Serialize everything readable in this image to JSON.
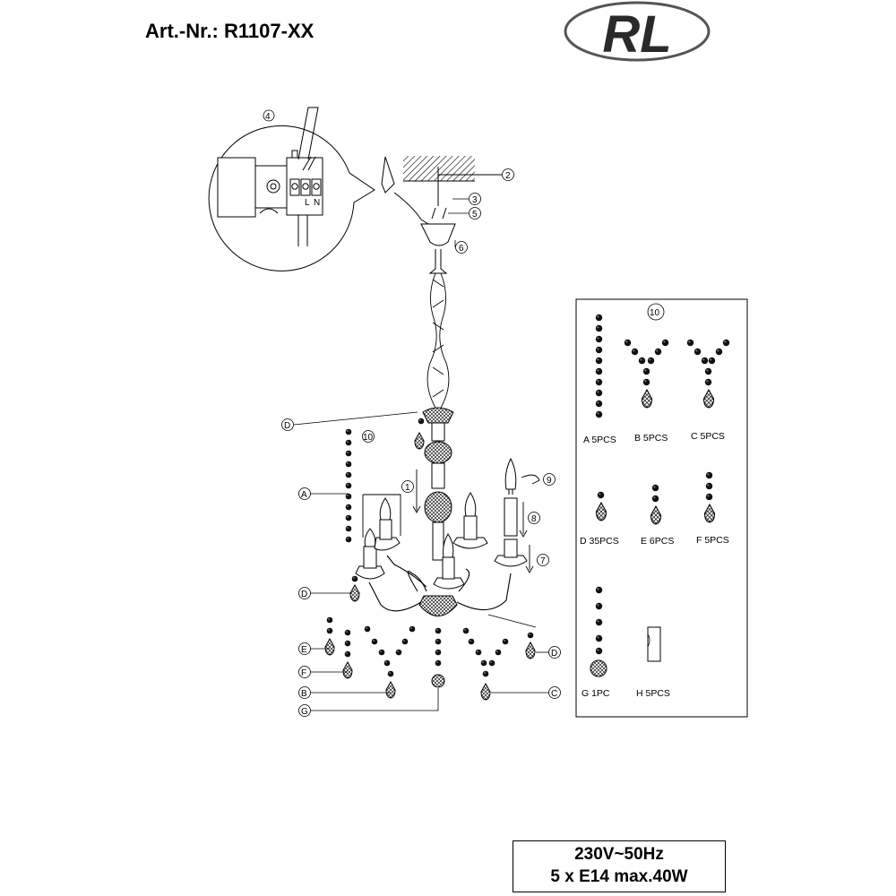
{
  "header": {
    "article_number": "Art.-Nr.: R1107-XX",
    "logo_text": "RL"
  },
  "detail_callout": {
    "number": "4",
    "terminal_labels": [
      "L",
      "N"
    ]
  },
  "step_numbers": {
    "s1": "1",
    "s2": "2",
    "s3": "3",
    "s5": "5",
    "s6": "6",
    "s7": "7",
    "s8": "8",
    "s9": "9",
    "s10": "10"
  },
  "part_letters": {
    "A": "A",
    "B": "B",
    "C": "C",
    "D": "D",
    "E": "E",
    "F": "F",
    "G": "G"
  },
  "parts_legend": {
    "number": "10",
    "items": {
      "a": "A 5PCS",
      "b": "B 5PCS",
      "c": "C 5PCS",
      "d": "D 35PCS",
      "e": "E 6PCS",
      "f": "F 5PCS",
      "g": "G 1PC",
      "h": "H 5PCS"
    }
  },
  "specs": {
    "line1": "230V~50Hz",
    "line2": "5  x  E14  max.40W"
  }
}
